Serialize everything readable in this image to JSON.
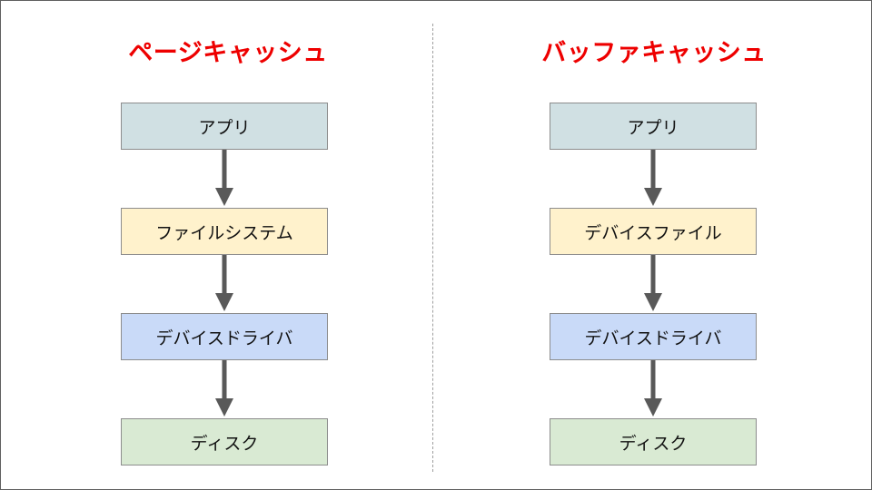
{
  "diagram": {
    "columns": [
      {
        "title": "ページキャッシュ",
        "boxes": [
          {
            "label": "アプリ",
            "color": "#d0e0e3"
          },
          {
            "label": "ファイルシステム",
            "color": "#fff2cc"
          },
          {
            "label": "デバイスドライバ",
            "color": "#c9daf8"
          },
          {
            "label": "ディスク",
            "color": "#d9ead3"
          }
        ]
      },
      {
        "title": "バッファキャッシュ",
        "boxes": [
          {
            "label": "アプリ",
            "color": "#d0e0e3"
          },
          {
            "label": "デバイスファイル",
            "color": "#fff2cc"
          },
          {
            "label": "デバイスドライバ",
            "color": "#c9daf8"
          },
          {
            "label": "ディスク",
            "color": "#d9ead3"
          }
        ]
      }
    ],
    "title_color": "#ee0000",
    "arrow_color": "#595959"
  }
}
